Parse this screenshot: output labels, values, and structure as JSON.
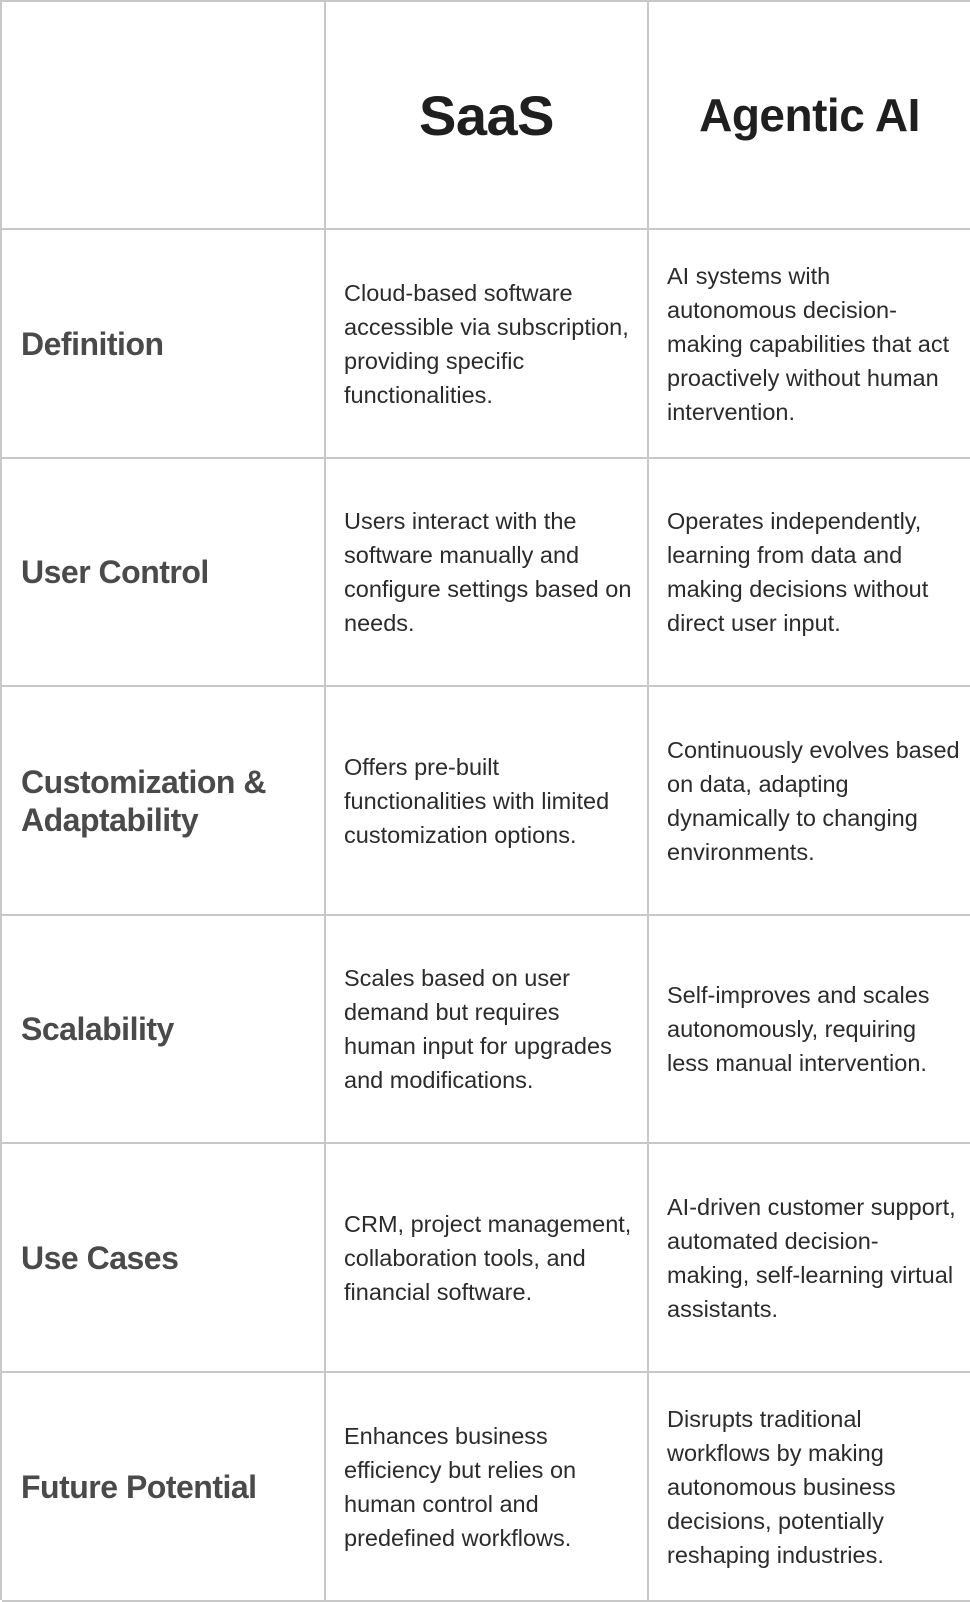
{
  "header": {
    "corner": "",
    "col_saas": "SaaS",
    "col_agentic": "Agentic AI"
  },
  "rows": [
    {
      "label": "Definition",
      "saas": "Cloud-based software accessible via subscription, providing specific functionalities.",
      "agentic": "AI systems with autonomous decision-making capabilities that act proactively without human intervention."
    },
    {
      "label": "User Control",
      "saas": "Users interact with the software manually and configure settings based on needs.",
      "agentic": "Operates independently, learning from data and making decisions without direct user input."
    },
    {
      "label": "Customization & Adaptability",
      "saas": "Offers pre-built functionalities with limited customization options.",
      "agentic": "Continuously evolves based on data, adapting dynamically to changing environments."
    },
    {
      "label": "Scalability",
      "saas": "Scales based on user demand but requires human input for upgrades and modifications.",
      "agentic": "Self-improves and scales autonomously, requiring less manual intervention."
    },
    {
      "label": "Use Cases",
      "saas": "CRM, project management, collaboration tools, and financial software.",
      "agentic": "AI-driven customer support, automated decision-making, self-learning virtual assistants."
    },
    {
      "label": "Future Potential",
      "saas": "Enhances business efficiency but relies on human control and predefined workflows.",
      "agentic": "Disrupts traditional workflows by making autonomous business decisions, potentially reshaping industries."
    }
  ]
}
